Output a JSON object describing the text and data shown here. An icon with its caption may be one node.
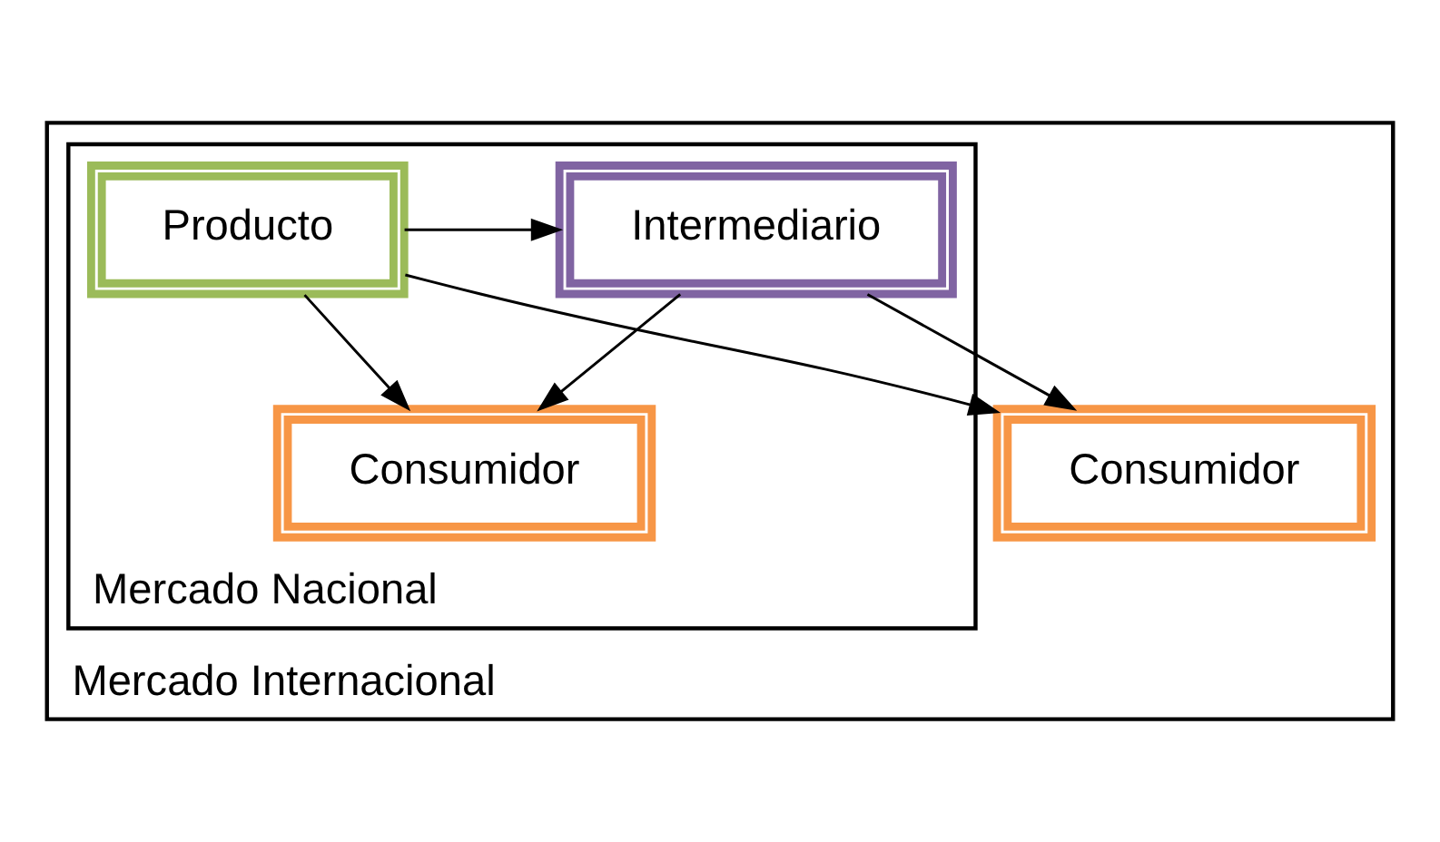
{
  "diagram": {
    "nodes": [
      {
        "text": [
          "Mercado Internacional"
        ]
      },
      {
        "text": [
          "Mercado Nacional"
        ],
        "in": 0
      },
      {
        "text": [
          "Producto"
        ],
        "in": 1
      },
      {
        "text": [
          "Intermediario"
        ],
        "in": 1
      },
      {
        "text": [
          "Consumidor"
        ],
        "in": 1
      },
      {
        "text": [
          "Consumidor"
        ],
        "in": 0
      }
    ],
    "edges": [
      {
        "from": 2,
        "to": 3,
        "arrow": "to"
      },
      {
        "from": 2,
        "to": 4,
        "arrow": "to"
      },
      {
        "from": 3,
        "to": 4,
        "arrow": "to"
      },
      {
        "from": 2,
        "to": 5,
        "arrow": "to"
      },
      {
        "from": 3,
        "to": 5,
        "arrow": "to"
      }
    ]
  }
}
